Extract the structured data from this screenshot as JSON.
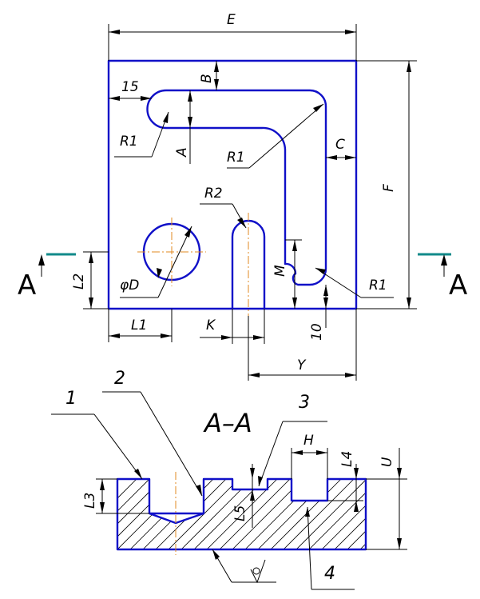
{
  "dimensions": {
    "E": "E",
    "B": "B",
    "fifteen": "15",
    "R1_top": "R1",
    "A": "A",
    "R1_mid": "R1",
    "C": "C",
    "F": "F",
    "R2": "R2",
    "L2": "L2",
    "phiD": "φD",
    "M": "M",
    "R1_right": "R1",
    "L1": "L1",
    "K": "K",
    "ten": "10",
    "Y": "Y"
  },
  "section": {
    "title": "A–A",
    "cut_letter_left": "A",
    "cut_letter_right": "A",
    "H": "H",
    "L4": "L4",
    "U": "U",
    "L3": "L3",
    "L5": "L5"
  },
  "callouts": {
    "c1": "1",
    "c2": "2",
    "c3": "3",
    "c4": "4"
  },
  "colors": {
    "outline": "#1010c8",
    "centerline": "#e08a20",
    "section_mark": "#128a8a"
  }
}
